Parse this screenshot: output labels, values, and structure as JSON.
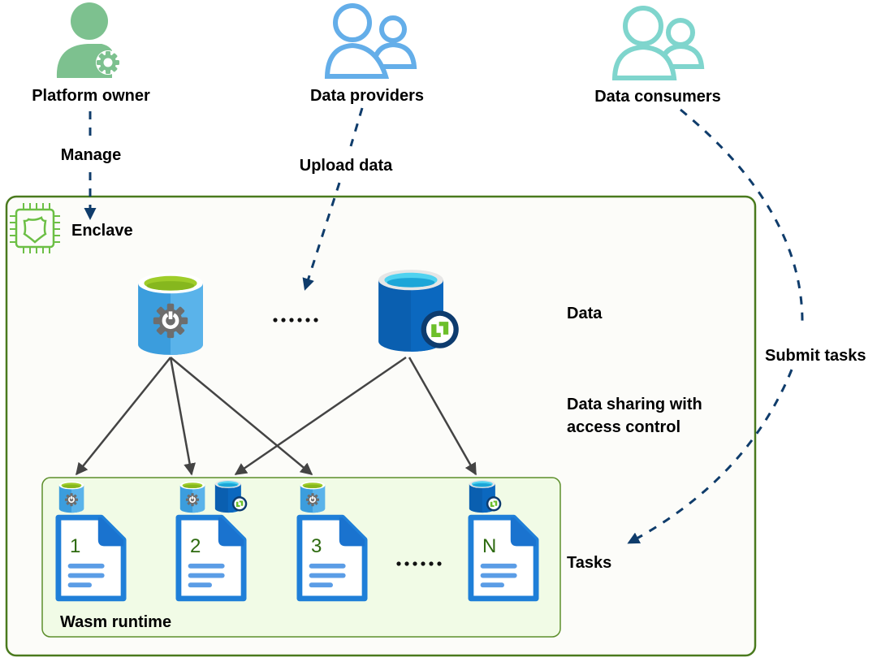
{
  "colors": {
    "owner_green": "#7dc18f",
    "provider_blue": "#64aee9",
    "consumer_teal": "#7fd5cd",
    "arrow_navy": "#0f3c6b",
    "enclave_border": "#4a7a1e",
    "enclave_fill": "#fcfcf9",
    "wasm_fill": "#f1fbe6",
    "flow_arrow": "#444444",
    "doc_blue": "#1f7fd8",
    "db_light_blue": "#3b9ddd",
    "db_dark_blue": "#0a5fb0",
    "lime": "#9fcd2a"
  },
  "actors": [
    {
      "id": "platform-owner",
      "label": "Platform owner",
      "icon": "user-gear-icon"
    },
    {
      "id": "data-providers",
      "label": "Data providers",
      "icon": "users-icon"
    },
    {
      "id": "data-consumers",
      "label": "Data consumers",
      "icon": "users-icon"
    }
  ],
  "edges": {
    "manage": "Manage",
    "upload": "Upload data",
    "submit": "Submit tasks"
  },
  "enclave": {
    "label": "Enclave",
    "icon": "chip-shield-icon"
  },
  "data_stores": [
    {
      "id": "db-config",
      "icon": "database-gear-icon"
    },
    {
      "id": "db-sync",
      "icon": "database-sync-icon"
    }
  ],
  "ellipsis": "......",
  "layer_labels": {
    "data": "Data",
    "sharing": "Data sharing with access control",
    "sharing_line1": "Data sharing with",
    "sharing_line2": "access control",
    "tasks": "Tasks"
  },
  "wasm": {
    "label": "Wasm runtime",
    "tasks": [
      {
        "id": "1",
        "label": "1",
        "data": [
          "config"
        ]
      },
      {
        "id": "2",
        "label": "2",
        "data": [
          "config",
          "sync"
        ]
      },
      {
        "id": "3",
        "label": "3",
        "data": [
          "config"
        ]
      },
      {
        "id": "N",
        "label": "N",
        "data": [
          "sync"
        ]
      }
    ]
  }
}
